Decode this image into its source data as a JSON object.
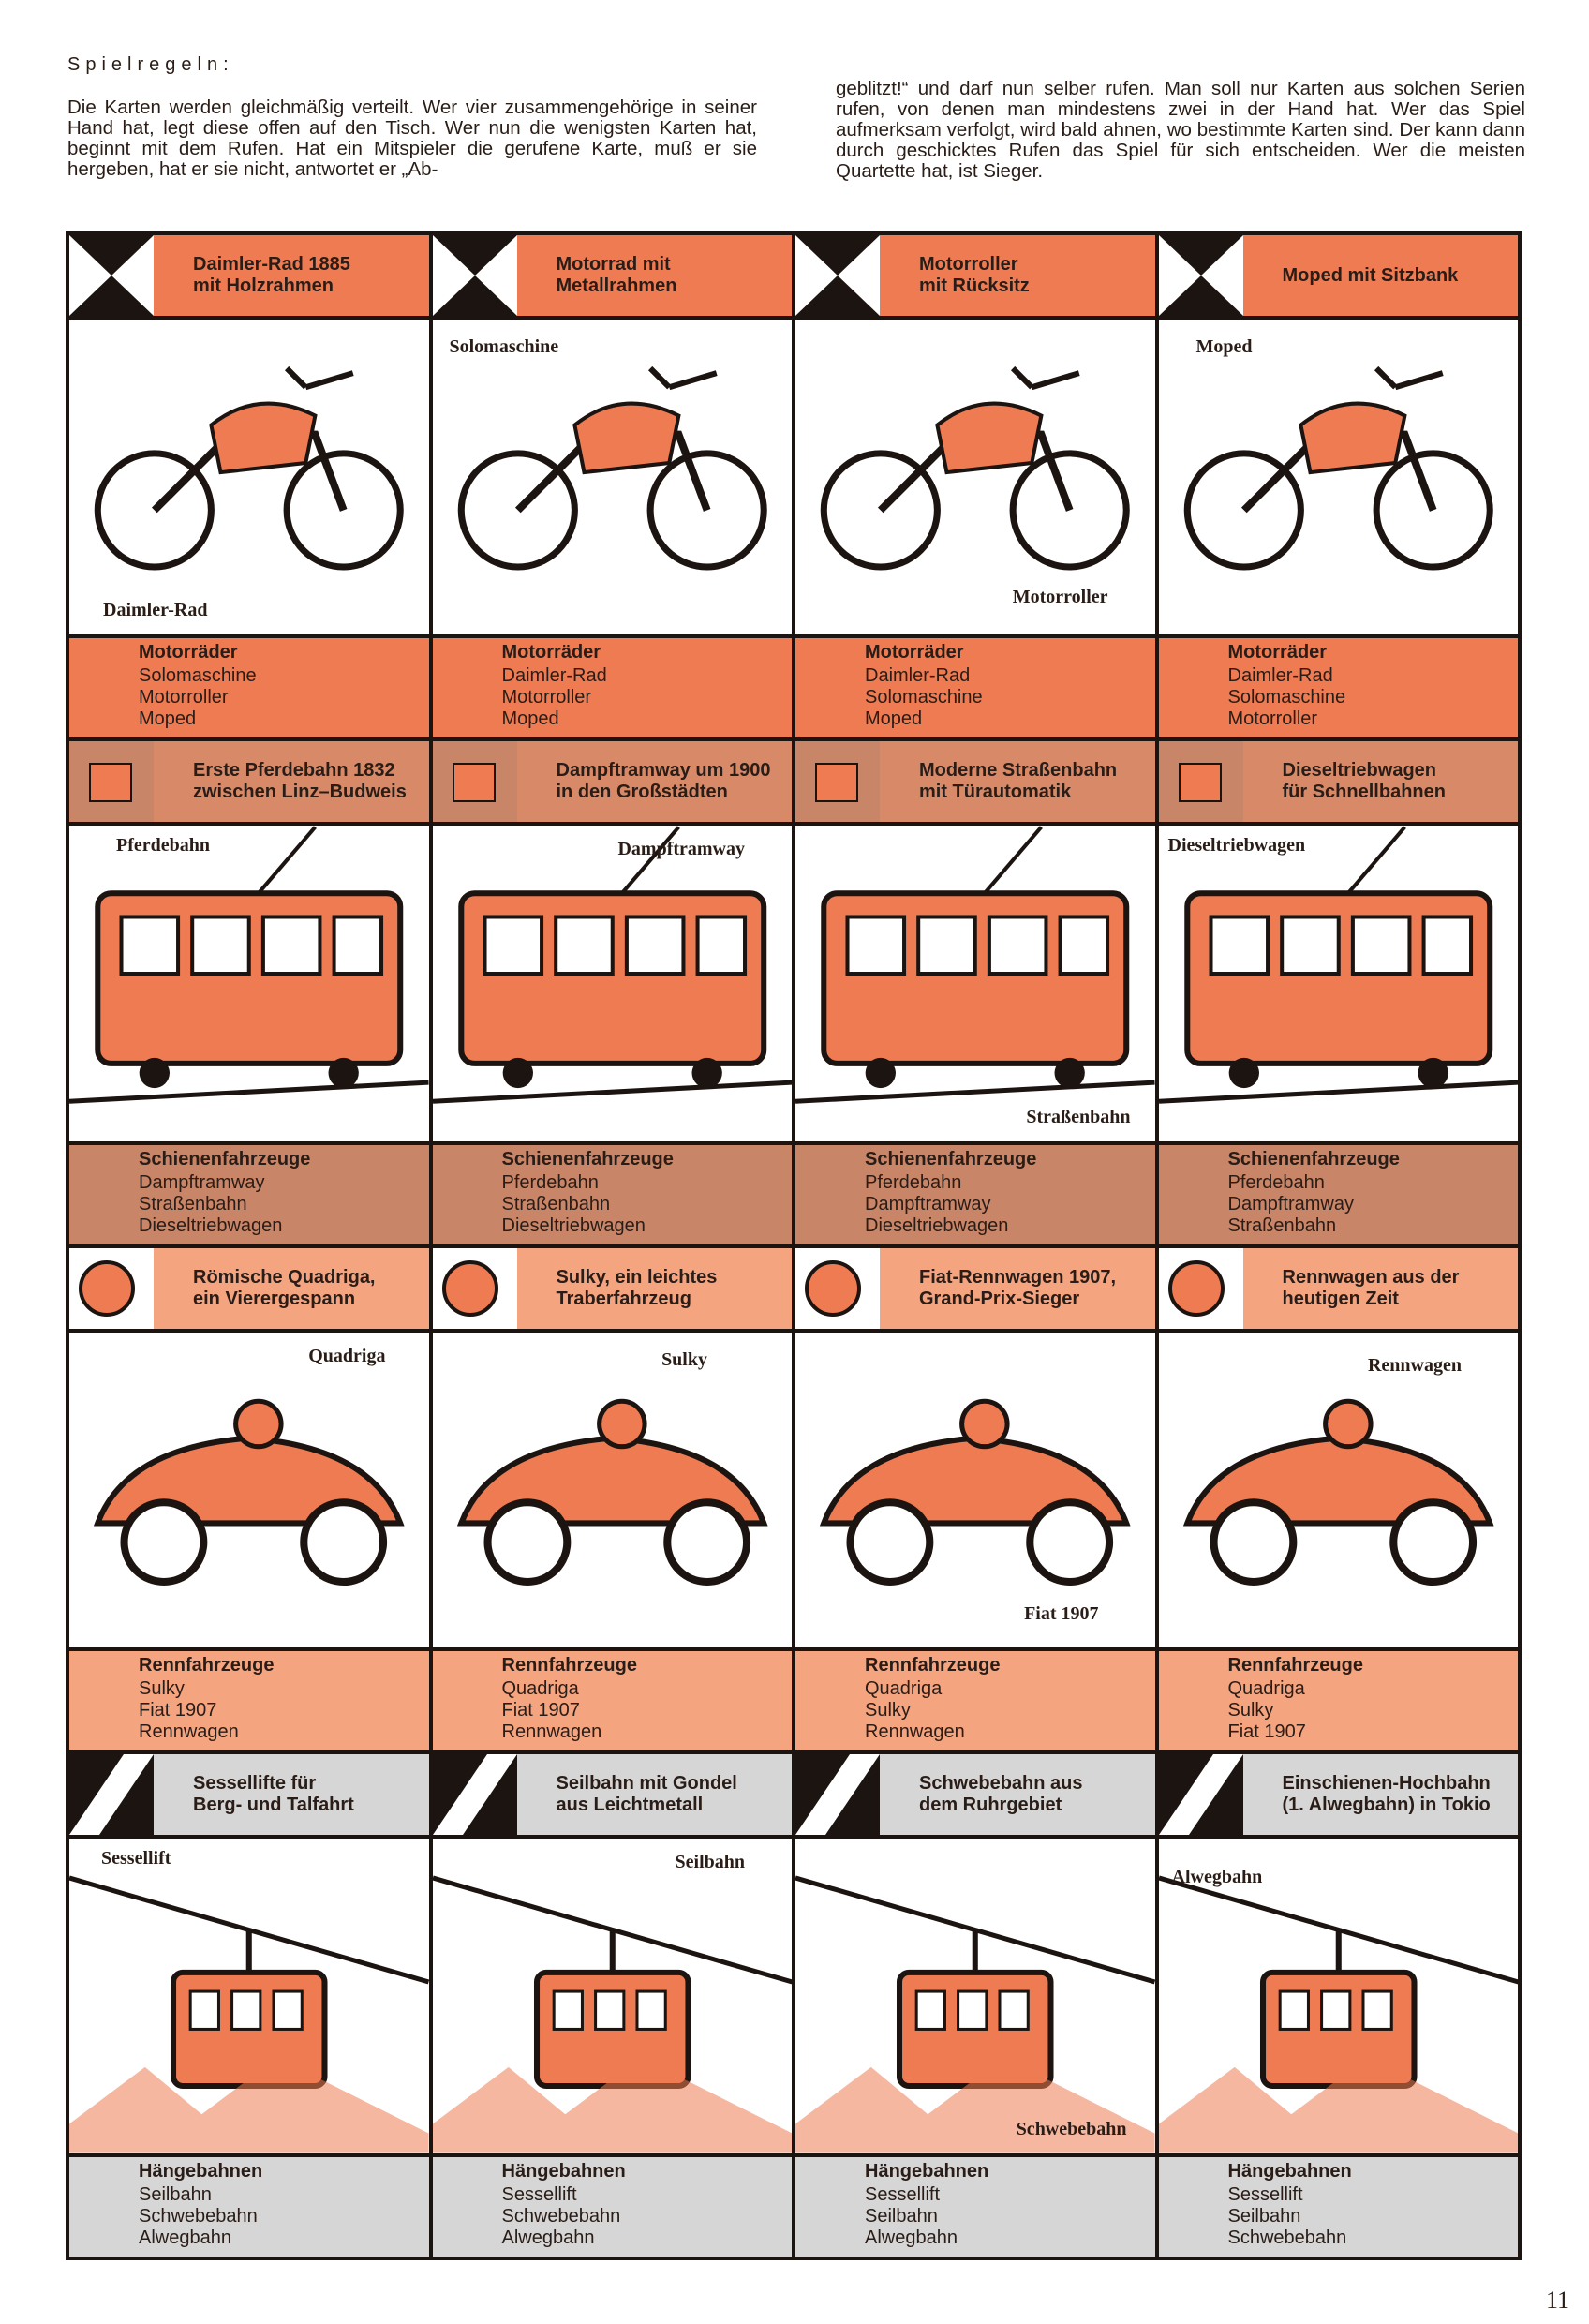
{
  "rules": {
    "title": "Spielregeln:",
    "para_left": "Die Karten werden gleichmäßig verteilt. Wer vier zusammengehörige in seiner Hand hat, legt diese offen auf den Tisch. Wer nun die wenigsten Karten hat, beginnt mit dem Rufen. Hat ein Mitspieler die gerufene Karte, muß er sie hergeben, hat er sie nicht, antwortet er „Ab-",
    "para_right": "geblitzt!“ und darf nun selber rufen. Man soll nur Karten aus solchen Serien rufen, von denen man mindestens zwei in der Hand hat. Wer das Spiel aufmerksam verfolgt, wird bald ahnen, wo bestimmte Karten sind. Der kann dann durch geschicktes Rufen das Spiel für sich entscheiden. Wer die meisten Quartette hat, ist Sieger."
  },
  "colors": {
    "orange": "#ef7b52",
    "brown": "#c98567",
    "salmon": "#f5a480",
    "gray": "#d6d6d6",
    "ink": "#1c1411"
  },
  "series": [
    {
      "symbol": "hourglass-icon",
      "category": "Motorräder",
      "cards": [
        {
          "title": "Daimler-Rad 1885\nmit Holzrahmen",
          "caption": "Daimler-Rad",
          "others": [
            "Solomaschine",
            "Motorroller",
            "Moped"
          ]
        },
        {
          "title": "Motorrad mit\nMetallrahmen",
          "caption": "Solomaschine",
          "others": [
            "Daimler-Rad",
            "Motorroller",
            "Moped"
          ]
        },
        {
          "title": "Motorroller\nmit Rücksitz",
          "caption": "Motorroller",
          "others": [
            "Daimler-Rad",
            "Solomaschine",
            "Moped"
          ]
        },
        {
          "title": "Moped mit Sitzbank",
          "caption": "Moped",
          "others": [
            "Daimler-Rad",
            "Solomaschine",
            "Motorroller"
          ]
        }
      ]
    },
    {
      "symbol": "square-icon",
      "category": "Schienenfahrzeuge",
      "cards": [
        {
          "title": "Erste Pferdebahn 1832\nzwischen Linz–Budweis",
          "caption": "Pferdebahn",
          "others": [
            "Dampftramway",
            "Straßenbahn",
            "Dieseltriebwagen"
          ]
        },
        {
          "title": "Dampftramway um 1900\nin den Großstädten",
          "caption": "Dampftramway",
          "others": [
            "Pferdebahn",
            "Straßenbahn",
            "Dieseltriebwagen"
          ]
        },
        {
          "title": "Moderne Straßenbahn\nmit Türautomatik",
          "caption": "Straßenbahn",
          "others": [
            "Pferdebahn",
            "Dampftramway",
            "Dieseltriebwagen"
          ]
        },
        {
          "title": "Dieseltriebwagen\nfür Schnellbahnen",
          "caption": "Dieseltriebwagen",
          "others": [
            "Pferdebahn",
            "Dampftramway",
            "Straßenbahn"
          ]
        }
      ]
    },
    {
      "symbol": "circle-icon",
      "category": "Rennfahrzeuge",
      "cards": [
        {
          "title": "Römische Quadriga,\nein Vierergespann",
          "caption": "Quadriga",
          "others": [
            "Sulky",
            "Fiat 1907",
            "Rennwagen"
          ]
        },
        {
          "title": "Sulky, ein leichtes\nTraberfahrzeug",
          "caption": "Sulky",
          "others": [
            "Quadriga",
            "Fiat 1907",
            "Rennwagen"
          ]
        },
        {
          "title": "Fiat-Rennwagen 1907,\nGrand-Prix-Sieger",
          "caption": "Fiat 1907",
          "others": [
            "Quadriga",
            "Sulky",
            "Rennwagen"
          ]
        },
        {
          "title": "Rennwagen aus der\nheutigen Zeit",
          "caption": "Rennwagen",
          "others": [
            "Quadriga",
            "Sulky",
            "Fiat 1907"
          ]
        }
      ]
    },
    {
      "symbol": "diagonal-stripe-icon",
      "category": "Hängebahnen",
      "cards": [
        {
          "title": "Sessellifte für\nBerg- und Talfahrt",
          "caption": "Sessellift",
          "others": [
            "Seilbahn",
            "Schwebebahn",
            "Alwegbahn"
          ]
        },
        {
          "title": "Seilbahn mit Gondel\naus Leichtmetall",
          "caption": "Seilbahn",
          "others": [
            "Sessellift",
            "Schwebebahn",
            "Alwegbahn"
          ]
        },
        {
          "title": "Schwebebahn aus\ndem Ruhrgebiet",
          "caption": "Schwebebahn",
          "others": [
            "Sessellift",
            "Seilbahn",
            "Alwegbahn"
          ]
        },
        {
          "title": "Einschienen-Hochbahn\n(1. Alwegbahn) in Tokio",
          "caption": "Alwegbahn",
          "others": [
            "Sessellift",
            "Seilbahn",
            "Schwebebahn"
          ]
        }
      ]
    }
  ],
  "page_number": "11"
}
